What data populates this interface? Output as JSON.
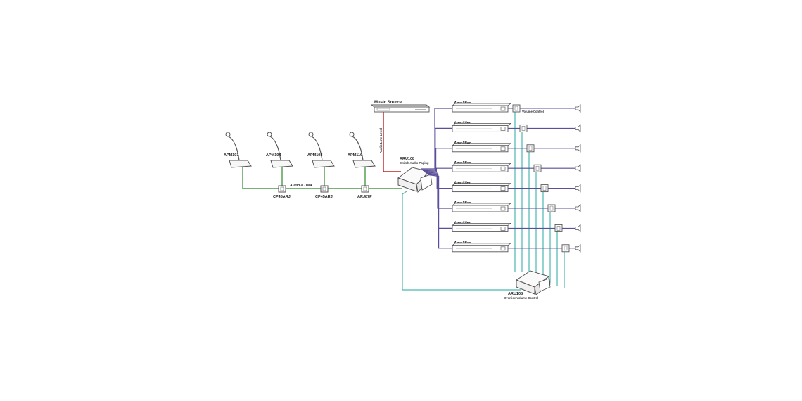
{
  "colors": {
    "audio_data_line": "#4a9a4a",
    "override_line": "#4cb8b0",
    "amp_line": "#5a4f9a",
    "music_line": "#c02020",
    "outline": "#555555"
  },
  "microphones": [
    {
      "label": "APM101"
    },
    {
      "label": "APM104"
    },
    {
      "label": "APM108"
    },
    {
      "label": "APM116"
    }
  ],
  "audio_data_label": "Audio & Data",
  "junctions": [
    {
      "label": "CP45ARJ"
    },
    {
      "label": "CP45ARJ"
    },
    {
      "label": "ARJ87P"
    }
  ],
  "music_source": {
    "label": "Music Source"
  },
  "line_level_label": "Audio Line Level",
  "aru_main": {
    "label": "ARU108",
    "sublabel": "Switch Audio Paging"
  },
  "aru_override": {
    "label": "ARU108",
    "sublabel": "Override Volume Control"
  },
  "amplifier_label": "Amplifier",
  "amplifier_count": 8,
  "volume_control_label": "Volume Control"
}
